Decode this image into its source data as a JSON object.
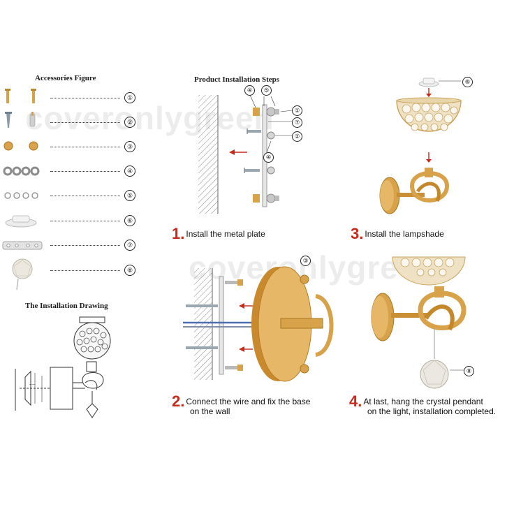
{
  "accessories": {
    "title": "Accessories Figure",
    "items": [
      {
        "num": "①",
        "icon": "gold-screw-icon"
      },
      {
        "num": "②",
        "icon": "anchor-screw-icon"
      },
      {
        "num": "③",
        "icon": "gold-cap-nut-icon"
      },
      {
        "num": "④",
        "icon": "washer-icon"
      },
      {
        "num": "⑤",
        "icon": "small-ring-icon"
      },
      {
        "num": "⑥",
        "icon": "lamp-cap-icon"
      },
      {
        "num": "⑦",
        "icon": "metal-plate-icon"
      },
      {
        "num": "⑧",
        "icon": "crystal-pendant-icon"
      }
    ]
  },
  "drawing": {
    "title": "The Installation Drawing"
  },
  "steps_panel": {
    "title": "Product Installation Steps",
    "callouts": {
      "c4": "④",
      "c5": "⑤",
      "c1": "①",
      "c7": "⑦",
      "c2": "②",
      "c4b": "④",
      "c6": "⑥",
      "c3": "③",
      "c8": "⑧"
    }
  },
  "steps": [
    {
      "num": "1.",
      "text": "Install the metal plate"
    },
    {
      "num": "2.",
      "text": "Connect the wire and fix the base",
      "text2": "on the wall"
    },
    {
      "num": "3.",
      "text": "Install the lampshade"
    },
    {
      "num": "4.",
      "text": "At last, hang the crystal pendant",
      "text2": "on the light, installation completed."
    }
  ],
  "watermark": "coveronlygreen",
  "colors": {
    "gold": "#d8a24a",
    "red": "#c62a1b",
    "crystal": "#e9e4da"
  }
}
